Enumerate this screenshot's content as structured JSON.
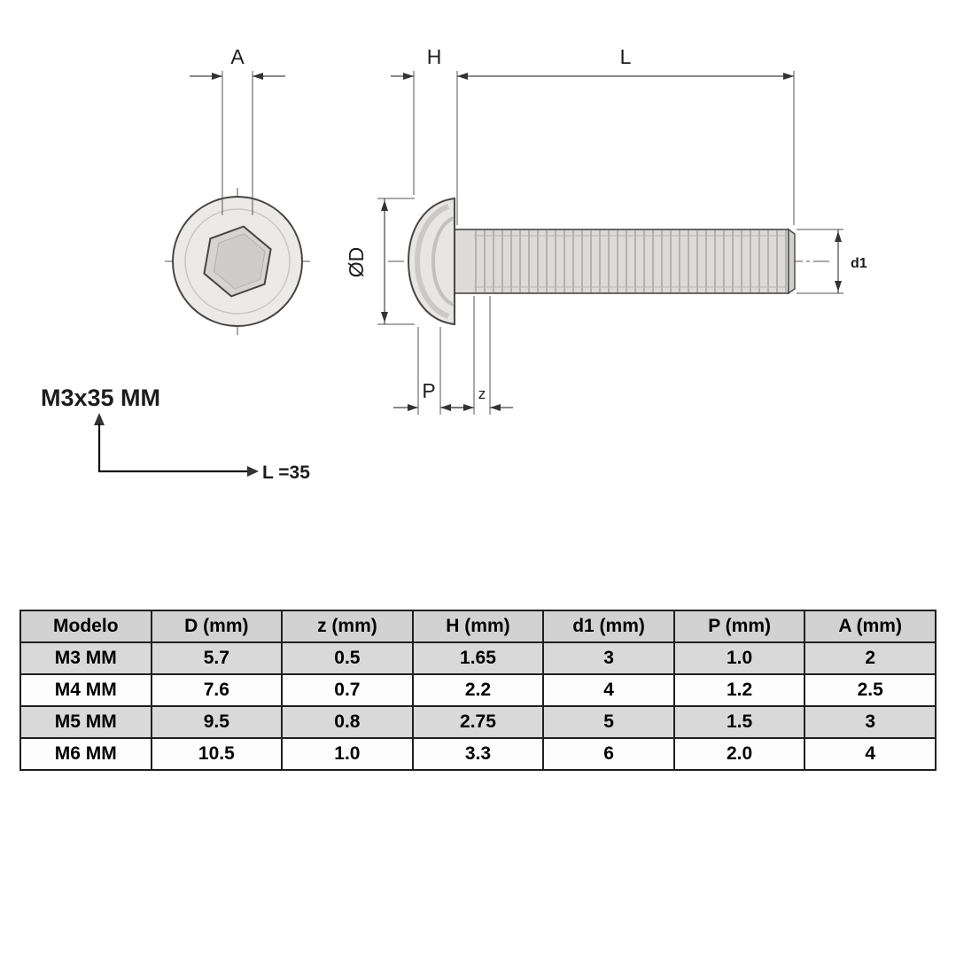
{
  "drawing": {
    "dim_labels": {
      "a": "A",
      "h": "H",
      "l": "L",
      "od": "ØD",
      "d1": "d1",
      "p": "P",
      "z": "z"
    },
    "annotation": {
      "model": "M3x35 MM",
      "length": "L =35"
    }
  },
  "table": {
    "headers": [
      "Modelo",
      "D (mm)",
      "z (mm)",
      "H (mm)",
      "d1 (mm)",
      "P (mm)",
      "A (mm)"
    ],
    "rows": [
      [
        "M3 MM",
        "5.7",
        "0.5",
        "1.65",
        "3",
        "1.0",
        "2"
      ],
      [
        "M4 MM",
        "7.6",
        "0.7",
        "2.2",
        "4",
        "1.2",
        "2.5"
      ],
      [
        "M5 MM",
        "9.5",
        "0.8",
        "2.75",
        "5",
        "1.5",
        "3"
      ],
      [
        "M6 MM",
        "10.5",
        "1.0",
        "3.3",
        "6",
        "2.0",
        "4"
      ]
    ]
  }
}
